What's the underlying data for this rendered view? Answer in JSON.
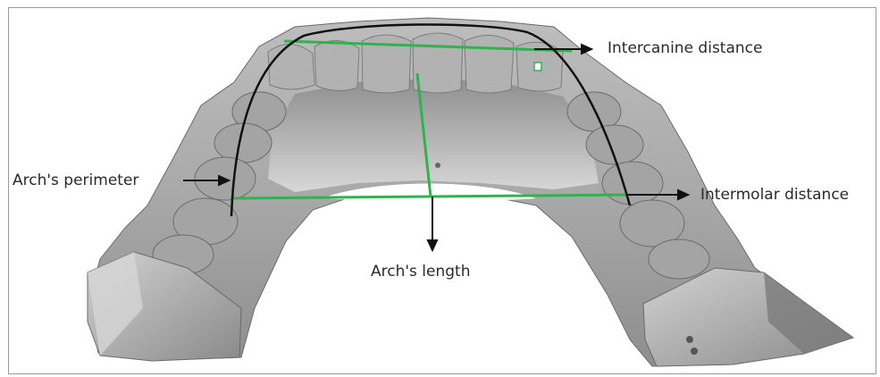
{
  "labels": {
    "intercanine": "Intercanine distance",
    "perimeter": "Arch's perimeter",
    "intermolar": "Intermolar distance",
    "length": "Arch's length"
  },
  "colors": {
    "measure_line": "#2fb34a",
    "arrow": "#111111",
    "model_light": "#c9c9c9",
    "model_mid": "#a8a8a8",
    "model_dark": "#6f6f6f"
  }
}
